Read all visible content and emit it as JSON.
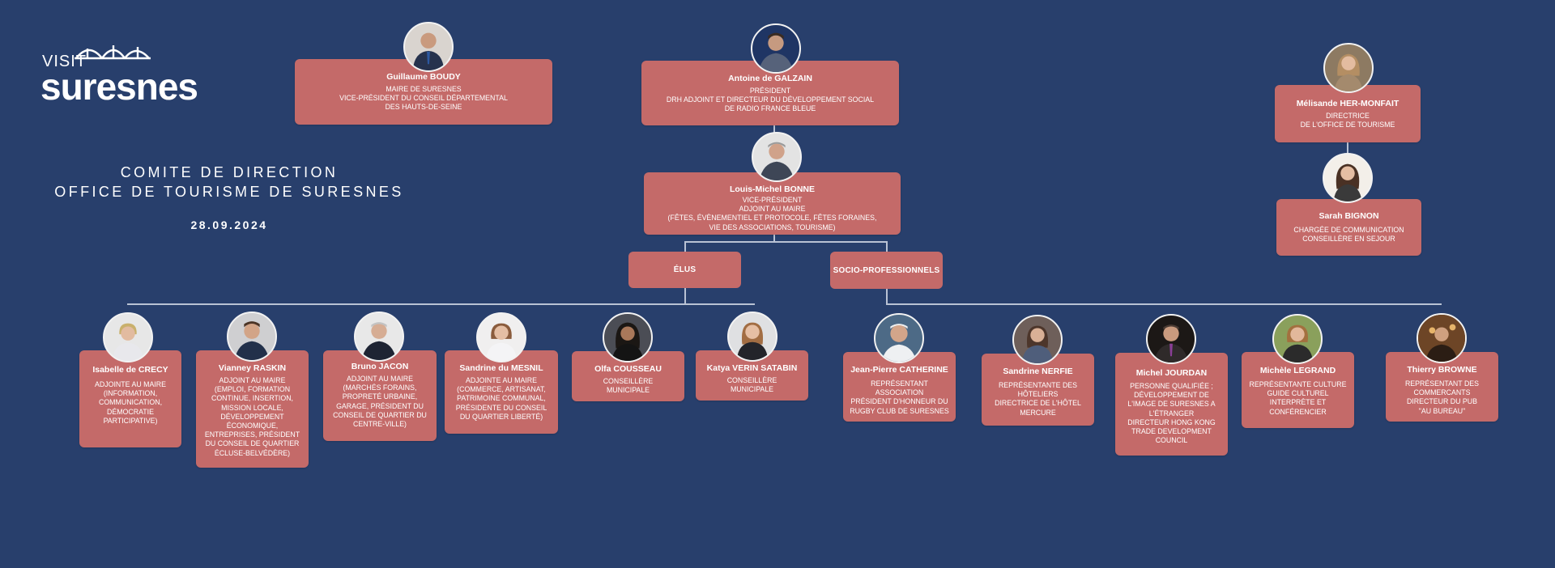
{
  "brand": {
    "visit": "VISIT",
    "name": "suresnes"
  },
  "heading": {
    "line1": "COMITE DE DIRECTION",
    "line2": "OFFICE DE TOURISME DE SURESNES",
    "date": "28.09.2024"
  },
  "people": {
    "boudy": {
      "name": "Guillaume BOUDY",
      "role": "MAIRE DE SURESNES\nVICE-PRÉSIDENT DU CONSEIL DÉPARTEMENTAL\nDES HAUTS-DE-SEINE"
    },
    "galzain": {
      "name": "Antoine de GALZAIN",
      "role": "PRÉSIDENT\nDRH ADJOINT ET DIRECTEUR DU DÉVELOPPEMENT SOCIAL\nDE RADIO FRANCE BLEUE"
    },
    "bonne": {
      "name": "Louis-Michel BONNE",
      "role": "VICE-PRÉSIDENT\nADJOINT AU MAIRE\n(FÊTES, ÉVÈNEMENTIEL ET PROTOCOLE, FÊTES FORAINES,\nVIE DES ASSOCIATIONS, TOURISME)"
    },
    "hermonfait": {
      "name": "Mélisande HER-MONFAIT",
      "role": "DIRECTRICE\nDE L'OFFICE DE TOURISME"
    },
    "bignon": {
      "name": "Sarah BIGNON",
      "role": "CHARGÉE DE COMMUNICATION\nCONSEILLÈRE EN SEJOUR"
    },
    "crecy": {
      "name": "Isabelle de CRECY",
      "role": "ADJOINTE AU MAIRE\n(INFORMATION,\nCOMMUNICATION,\nDÉMOCRATIE\nPARTICIPATIVE)"
    },
    "raskin": {
      "name": "Vianney RASKIN",
      "role": "ADJOINT AU MAIRE\n(EMPLOI, FORMATION\nCONTINUE, INSERTION,\nMISSION LOCALE,\nDÉVELOPPEMENT\nÉCONOMIQUE,\nENTREPRISES, PRÉSIDENT\nDU CONSEIL DE QUARTIER\nÉCLUSE-BELVÉDÈRE)"
    },
    "jacon": {
      "name": "Bruno JACON",
      "role": "ADJOINT AU MAIRE\n(MARCHÉS FORAINS,\nPROPRETÉ URBAINE,\nGARAGE, PRÉSIDENT DU\nCONSEIL DE QUARTIER DU\nCENTRE-VILLE)"
    },
    "mesnil": {
      "name": "Sandrine du MESNIL",
      "role": "ADJOINTE AU MAIRE\n(COMMERCE, ARTISANAT,\nPATRIMOINE COMMUNAL,\nPRÉSIDENTE DU CONSEIL\nDU QUARTIER LIBERTÉ)"
    },
    "cousseau": {
      "name": "Olfa COUSSEAU",
      "role": "CONSEILLÈRE\nMUNICIPALE"
    },
    "satabin": {
      "name": "Katya VERIN SATABIN",
      "role": "CONSEILLÈRE\nMUNICIPALE"
    },
    "catherine": {
      "name": "Jean-Pierre CATHERINE",
      "role": "REPRÉSENTANT\nASSOCIATION\nPRÉSIDENT D'HONNEUR DU\nRUGBY CLUB DE SURESNES"
    },
    "nerfie": {
      "name": "Sandrine NERFIE",
      "role": "REPRÉSENTANTE DES\nHÔTELIERS\nDIRECTRICE DE L'HÔTEL\nMERCURE"
    },
    "jourdan": {
      "name": "Michel JOURDAN",
      "role": "PERSONNE QUALIFIÉE ;\nDÉVELOPPEMENT DE\nL'IMAGE DE SURESNES A\nL'ÉTRANGER\nDIRECTEUR HONG KONG\nTRADE DEVELOPMENT\nCOUNCIL"
    },
    "legrand": {
      "name": "Michèle LEGRAND",
      "role": "REPRÉSENTANTE CULTURE\nGUIDE CULTUREL\nINTERPRÈTE ET\nCONFÉRENCIER"
    },
    "browne": {
      "name": "Thierry BROWNE",
      "role": "REPRÉSENTANT DES\nCOMMERCANTS\nDIRECTEUR DU PUB\n\"AU BUREAU\""
    }
  },
  "groups": {
    "elus": "ÉLUS",
    "socio": "SOCIO-PROFESSIONNELS"
  },
  "colors": {
    "background": "#283f6c",
    "card": "#c46a69",
    "line": "#b9c2d4"
  }
}
